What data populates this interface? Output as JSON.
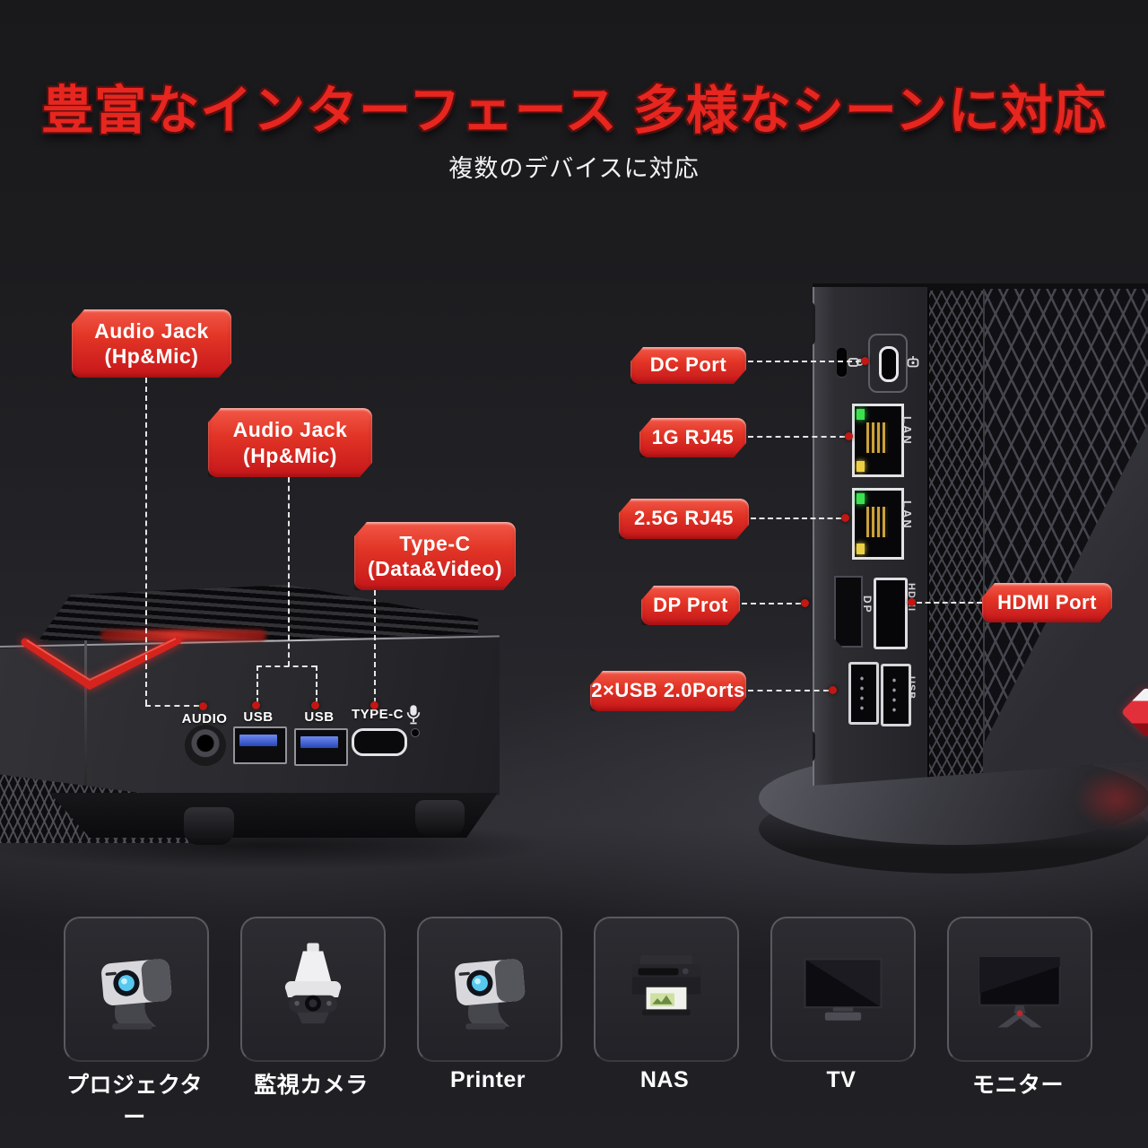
{
  "title": "豊富なインターフェース 多様なシーンに対応",
  "subtitle": "複数のデバイスに対応",
  "callouts": {
    "audio1": {
      "line1": "Audio Jack",
      "line2": "(Hp&Mic)"
    },
    "audio2": {
      "line1": "Audio Jack",
      "line2": "(Hp&Mic)"
    },
    "typec": {
      "line1": "Type-C",
      "line2": "(Data&Video)"
    },
    "dc": "DC Port",
    "lan_1g": "1G RJ45",
    "lan_25g": "2.5G RJ45",
    "dp": "DP Prot",
    "usb20": "2×USB 2.0Ports",
    "hdmi": "HDMI Port"
  },
  "front_ports": {
    "audio": "AUDIO",
    "usb1": "USB",
    "usb2": "USB",
    "typec": "TYPE-C"
  },
  "rear_ports": {
    "lan1": "LAN",
    "lan2": "LAN",
    "dp": "DP",
    "hdmi": "HDMI",
    "usb": "USB"
  },
  "devices": [
    {
      "label": "プロジェクター",
      "icon": "projector-image"
    },
    {
      "label": "監視カメラ",
      "icon": "security-camera-image"
    },
    {
      "label": "Printer",
      "icon": "projector-image"
    },
    {
      "label": "NAS",
      "icon": "printer-image"
    },
    {
      "label": "TV",
      "icon": "tv-image"
    },
    {
      "label": "モニター",
      "icon": "monitor-image"
    }
  ],
  "colors": {
    "title_red": "#e6261f",
    "callout_red": "#d92b1f",
    "pointer_dot_red": "#c21712",
    "usb_blue": "#2f55c8",
    "led_green": "#3ae24e",
    "led_yellow": "#ecd044"
  }
}
